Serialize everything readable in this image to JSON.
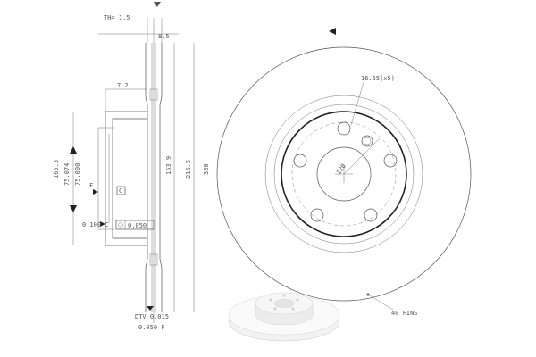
{
  "side_view": {
    "th_label": "TH= 1.5",
    "thickness_8_5": "8.5",
    "offset_7_2": "7.2",
    "dia_165_3": "165.3",
    "dia_75_074": "75.074",
    "dia_75_000": "75.000",
    "dia_153_9": "153.9",
    "dia_216_5": "216.5",
    "dia_330": "330",
    "datum_f": "F",
    "datum_c": "C",
    "runout_prefix": "0.100 C",
    "runout_box": "0.050",
    "dtv": "DTV 0.015",
    "flatness": "0.050 F"
  },
  "front_view": {
    "bolt_holes_label": "16.65(x5)",
    "pcd_label": "120",
    "fins_label": "40 FINS"
  }
}
